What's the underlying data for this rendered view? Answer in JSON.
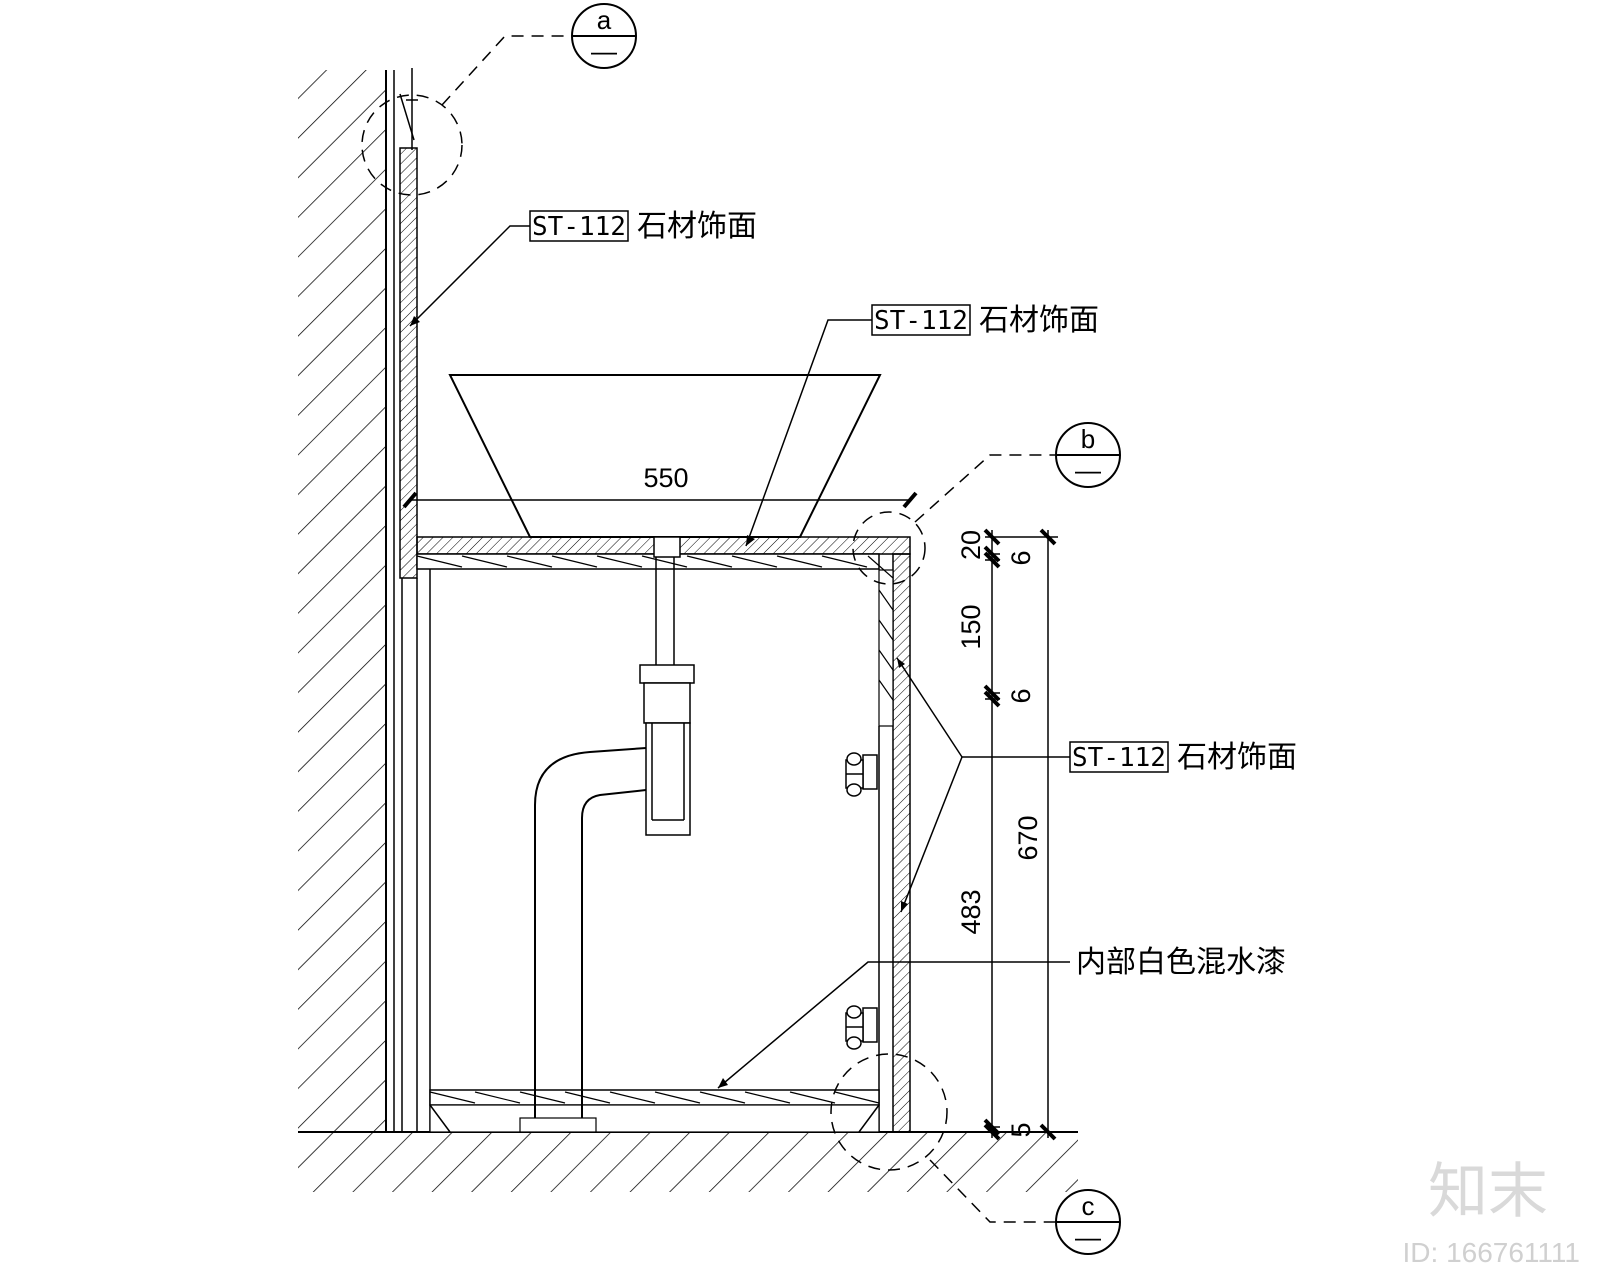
{
  "drawing": {
    "material_code": "ST-112",
    "callouts": [
      {
        "id": "wall-finish",
        "code": "ST-112",
        "text": "石材饰面"
      },
      {
        "id": "counter-top",
        "code": "ST-112",
        "text": "石材饰面"
      },
      {
        "id": "cabinet-side",
        "code": "ST-112",
        "text": "石材饰面"
      },
      {
        "id": "interior",
        "text": "内部白色混水漆"
      }
    ],
    "detail_bubbles": [
      {
        "letter": "a",
        "bottom": "—"
      },
      {
        "letter": "b",
        "bottom": "—"
      },
      {
        "letter": "c",
        "bottom": "—"
      }
    ],
    "dimensions": {
      "top_width": "550",
      "right_outer": "670",
      "right_inner": [
        "20",
        "6",
        "150",
        "6",
        "483",
        "5"
      ]
    }
  },
  "watermark": {
    "logo": "知末",
    "id_text": "ID: 166761111"
  }
}
